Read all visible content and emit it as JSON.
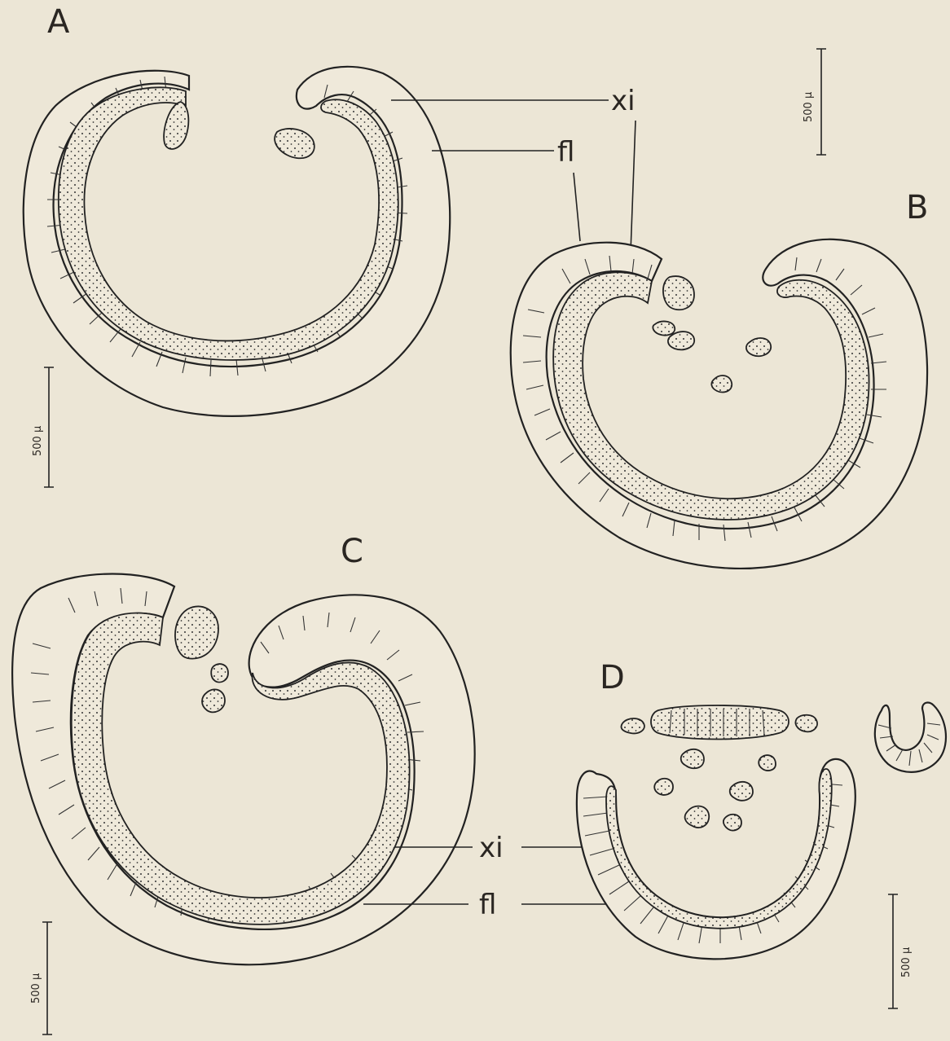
{
  "figure": {
    "panels": [
      {
        "id": "A",
        "label": "A"
      },
      {
        "id": "B",
        "label": "B"
      },
      {
        "id": "C",
        "label": "C"
      },
      {
        "id": "D",
        "label": "D"
      }
    ],
    "annotations": {
      "xylem": "xi",
      "phloem": "fl"
    },
    "scale_bars": [
      {
        "panel": "A",
        "label": "500 µ"
      },
      {
        "panel": "B",
        "label": "500 µ"
      },
      {
        "panel": "C",
        "label": "500 µ"
      },
      {
        "panel": "D",
        "label": "500 µ"
      }
    ]
  }
}
